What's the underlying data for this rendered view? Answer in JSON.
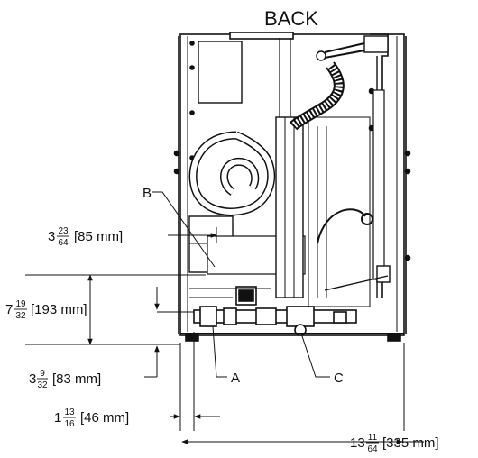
{
  "view_title": "BACK",
  "callouts": {
    "a": "A",
    "b": "B",
    "c": "C"
  },
  "dimensions": {
    "d1": {
      "whole": "3",
      "num": "23",
      "den": "64",
      "metric": "[85 mm]"
    },
    "d2": {
      "whole": "7",
      "num": "19",
      "den": "32",
      "metric": "[193 mm]"
    },
    "d3": {
      "whole": "3",
      "num": "9",
      "den": "32",
      "metric": "[83 mm]"
    },
    "d4": {
      "whole": "1",
      "num": "13",
      "den": "16",
      "metric": "[46 mm]"
    },
    "d5": {
      "whole": "13",
      "num": "11",
      "den": "64",
      "metric": "[335 mm]"
    }
  }
}
